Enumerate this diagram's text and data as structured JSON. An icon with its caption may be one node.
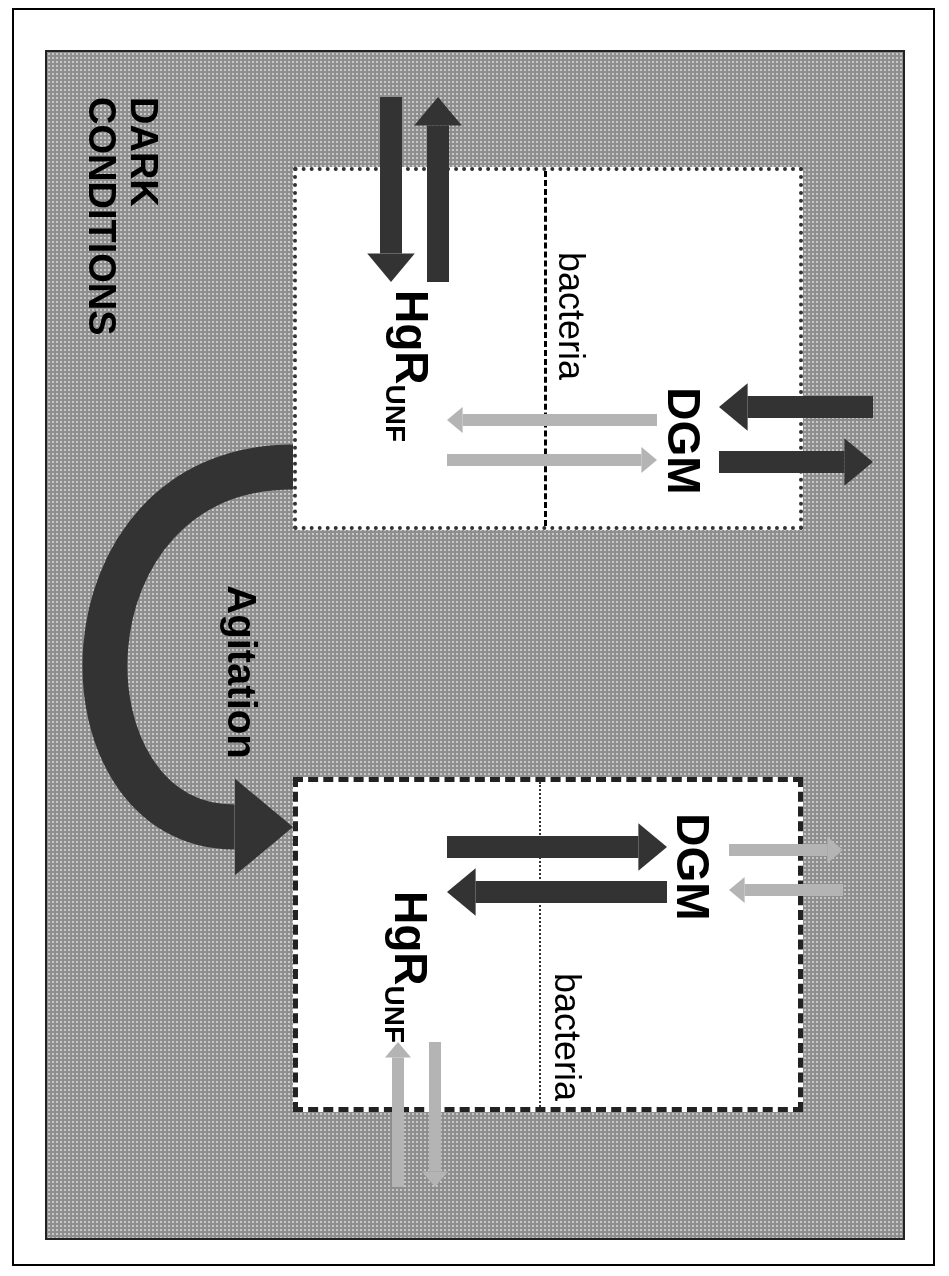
{
  "diagram": {
    "nodes": [
      {
        "text": [
          "DARK CONDITIONS"
        ]
      },
      {
        "text": [],
        "shape": "box",
        "in": 0
      },
      {
        "text": [
          "DGM"
        ],
        "in": 1
      },
      {
        "text": [
          "HgR$_{UNF}$"
        ],
        "in": 1
      },
      {
        "text": [],
        "shape": "box",
        "in": 0
      },
      {
        "text": [
          "DGM"
        ],
        "in": 4
      },
      {
        "text": [
          "HgR$_{UNF}$"
        ],
        "in": 4
      }
    ],
    "edges": [
      {
        "from": null,
        "to": 2,
        "arrow": "to"
      },
      {
        "from": 2,
        "to": null,
        "arrow": "to"
      },
      {
        "from": 3,
        "to": null,
        "arrow": "to"
      },
      {
        "from": null,
        "to": 3,
        "arrow": "to"
      },
      {
        "from": 2,
        "to": 3,
        "arrow": "to",
        "color": "#b4b4b4"
      },
      {
        "from": 3,
        "to": 2,
        "arrow": "to",
        "color": "#b4b4b4"
      },
      {
        "from": 1,
        "to": 4,
        "arrow": "to",
        "label": "Agitation",
        "style": "thick"
      },
      {
        "from": 6,
        "to": 5,
        "arrow": "to"
      },
      {
        "from": 5,
        "to": 6,
        "arrow": "to"
      },
      {
        "from": 5,
        "to": null,
        "arrow": "to",
        "color": "#b4b4b4"
      },
      {
        "from": null,
        "to": 5,
        "arrow": "to",
        "color": "#b4b4b4"
      },
      {
        "from": null,
        "to": 6,
        "arrow": "to",
        "color": "#b4b4b4"
      },
      {
        "from": 6,
        "to": null,
        "arrow": "to",
        "color": "#b4b4b4"
      }
    ],
    "labels": [
      "bacteria",
      "bacteria"
    ]
  }
}
